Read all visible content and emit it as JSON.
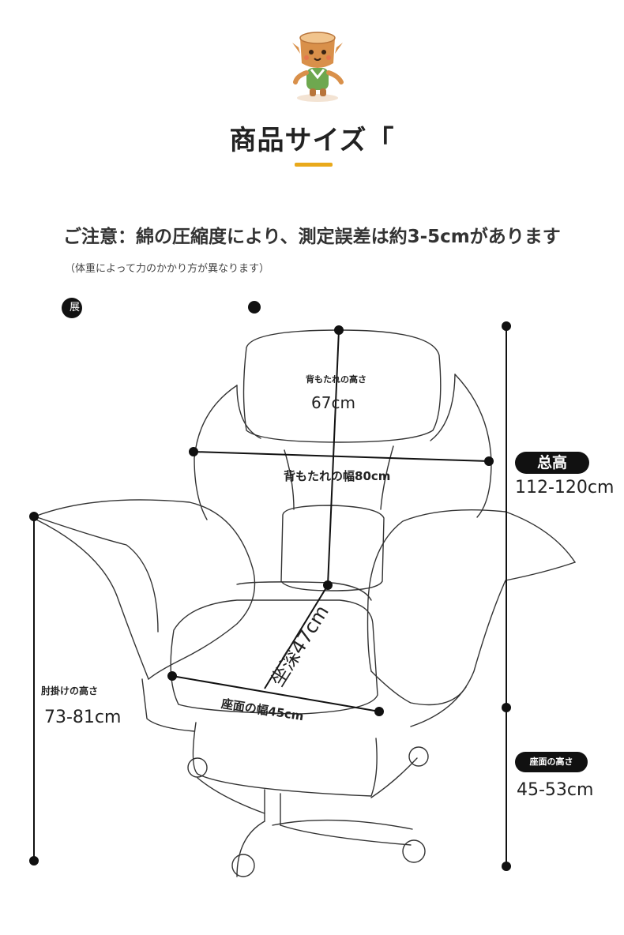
{
  "header": {
    "title": "商品サイズ「"
  },
  "notice": {
    "main": "ご注意：綿の圧縮度により、測定誤差は約3-5cmがあります",
    "sub": "（体重によって力のかかり方が異なります）"
  },
  "corner_label": "展",
  "dimensions": {
    "back_height_label": "背もたれの高さ",
    "back_height_value": "67cm",
    "back_width": "背もたれの幅80cm",
    "total_height_label": "总高",
    "total_height_value": "112-120cm",
    "seat_depth": "坐深47cm",
    "seat_width": "座面の幅45cm",
    "armrest_height_label": "肘掛けの高さ",
    "armrest_height_value": "73-81cm",
    "seat_height_label": "座面の高さ",
    "seat_height_value": "45-53cm"
  },
  "colors": {
    "accent": "#e9a91b",
    "pill": "#111111",
    "mascot_body": "#d9904a",
    "mascot_shirt": "#6ea84f"
  },
  "icons": [
    "mascot-icon",
    "chair-illustration"
  ]
}
